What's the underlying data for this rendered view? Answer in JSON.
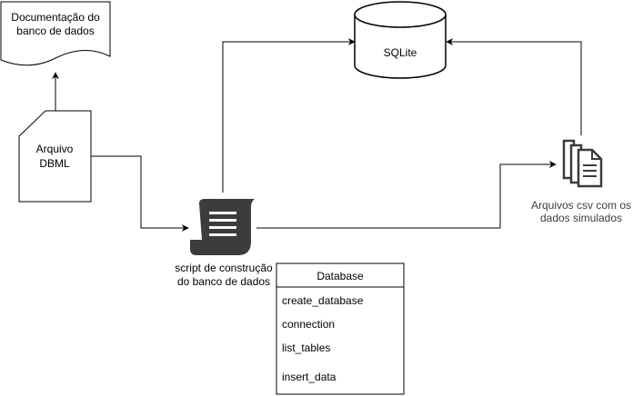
{
  "nodes": {
    "documentation": {
      "lines": [
        "Documentação do",
        "banco de dados"
      ]
    },
    "dbml": {
      "lines": [
        "Arquivo",
        "DBML"
      ]
    },
    "sqlite": {
      "label": "SQLite"
    },
    "script": {
      "lines": [
        "script de construção",
        "do banco de dados"
      ]
    },
    "csv": {
      "lines": [
        "Arquivos csv com os",
        "dados simulados"
      ]
    }
  },
  "database_class": {
    "title": "Database",
    "methods": [
      "create_database",
      "connection",
      "list_tables",
      "insert_data"
    ]
  },
  "icons": {
    "script": "script-scroll-icon",
    "csv": "document-stack-icon"
  },
  "colors": {
    "stroke": "#000000",
    "icon": "#3c3c3c",
    "text_secondary": "#3c3c3c",
    "background": "#ffffff"
  }
}
